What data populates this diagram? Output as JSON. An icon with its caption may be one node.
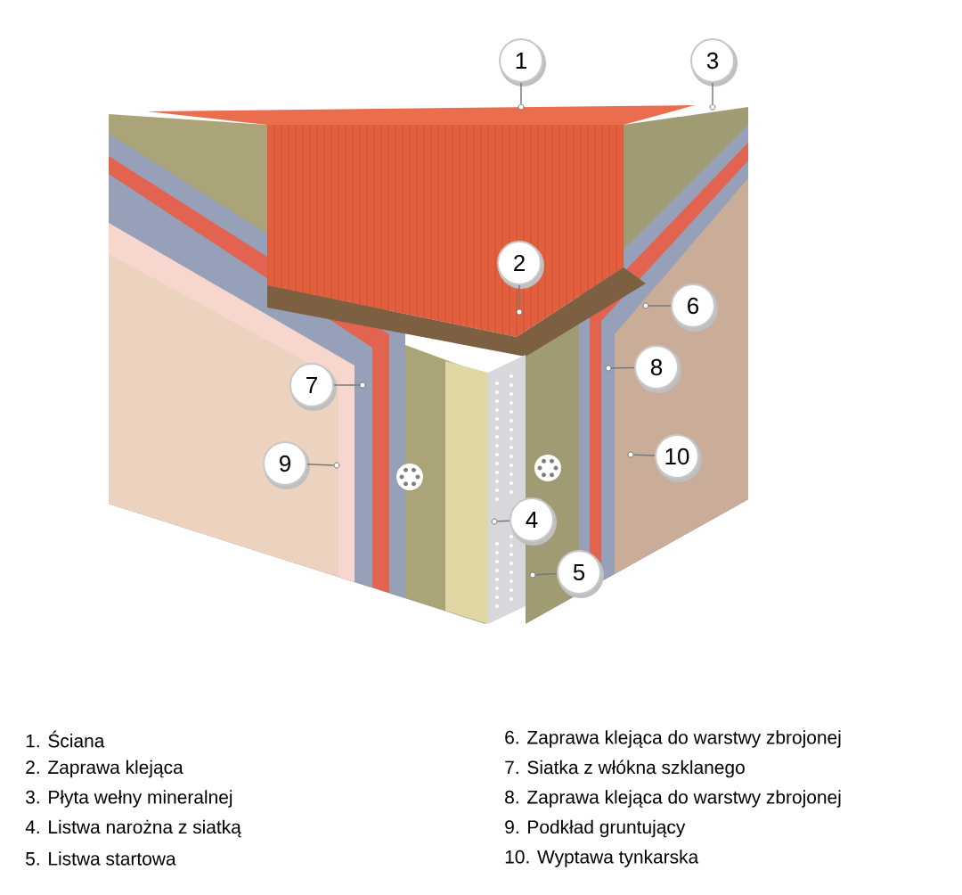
{
  "diagram": {
    "nodes": [
      {
        "text": [
          "1"
        ]
      },
      {
        "text": [
          "2"
        ]
      },
      {
        "text": [
          "3"
        ]
      },
      {
        "text": [
          "4"
        ]
      },
      {
        "text": [
          "5"
        ]
      },
      {
        "text": [
          "6"
        ]
      },
      {
        "text": [
          "7"
        ]
      },
      {
        "text": [
          "8"
        ]
      },
      {
        "text": [
          "9"
        ]
      },
      {
        "text": [
          "10"
        ]
      },
      {
        "text": [],
        "shape": "circle"
      },
      {
        "text": [],
        "shape": "circle"
      },
      {
        "text": [],
        "shape": "circle"
      },
      {
        "text": [],
        "shape": "circle"
      },
      {
        "text": [],
        "shape": "circle"
      },
      {
        "text": [],
        "shape": "circle"
      },
      {
        "text": [],
        "shape": "circle"
      },
      {
        "text": [],
        "shape": "circle"
      },
      {
        "text": [],
        "shape": "circle"
      },
      {
        "text": [],
        "shape": "circle"
      }
    ],
    "edges": [
      {
        "from": 0,
        "to": 10,
        "arrow": "none"
      },
      {
        "from": 1,
        "to": 11,
        "arrow": "none"
      },
      {
        "from": 2,
        "to": 12,
        "arrow": "none"
      },
      {
        "from": 3,
        "to": 13,
        "arrow": "none"
      },
      {
        "from": 4,
        "to": 14,
        "arrow": "none"
      },
      {
        "from": 5,
        "to": 15,
        "arrow": "none"
      },
      {
        "from": 6,
        "to": 16,
        "arrow": "none"
      },
      {
        "from": 7,
        "to": 17,
        "arrow": "none"
      },
      {
        "from": 8,
        "to": 18,
        "arrow": "none"
      },
      {
        "from": 9,
        "to": 19,
        "arrow": "none"
      }
    ],
    "labels": [
      "1. Ściana",
      "2. Zaprawa klejąca",
      "3. Płyta wełny mineralnej",
      "4. Listwa narożna z siatką",
      "5. Listwa startowa",
      "6. Zaprawa klejąca do warstwy zbrojonej",
      "7. Siatka z włókna szklanego",
      "8. Zaprawa klejąca do warstwy zbrojonej",
      "9. Podkład gruntujący",
      "10. Wyptawa tynkarska"
    ]
  }
}
